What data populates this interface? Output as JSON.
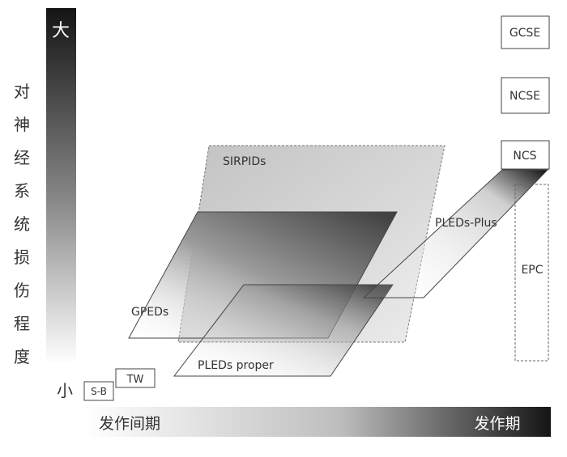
{
  "axes": {
    "y_top": "大",
    "y_bottom": "小",
    "y_label_chars": [
      "对",
      "神",
      "经",
      "系",
      "统",
      "损",
      "伤",
      "程",
      "度"
    ],
    "x_left": "发作间期",
    "x_right": "发作期"
  },
  "boxes": {
    "gcse": "GCSE",
    "ncse": "NCSE",
    "ncs": "NCS",
    "epc": "EPC",
    "sb": "S-B",
    "tw": "TW"
  },
  "regions": {
    "sirpids": "SIRPIDs",
    "geds": "GPEDs",
    "pleds_proper": "PLEDs proper",
    "pleds_plus": "PLEDs-Plus"
  }
}
